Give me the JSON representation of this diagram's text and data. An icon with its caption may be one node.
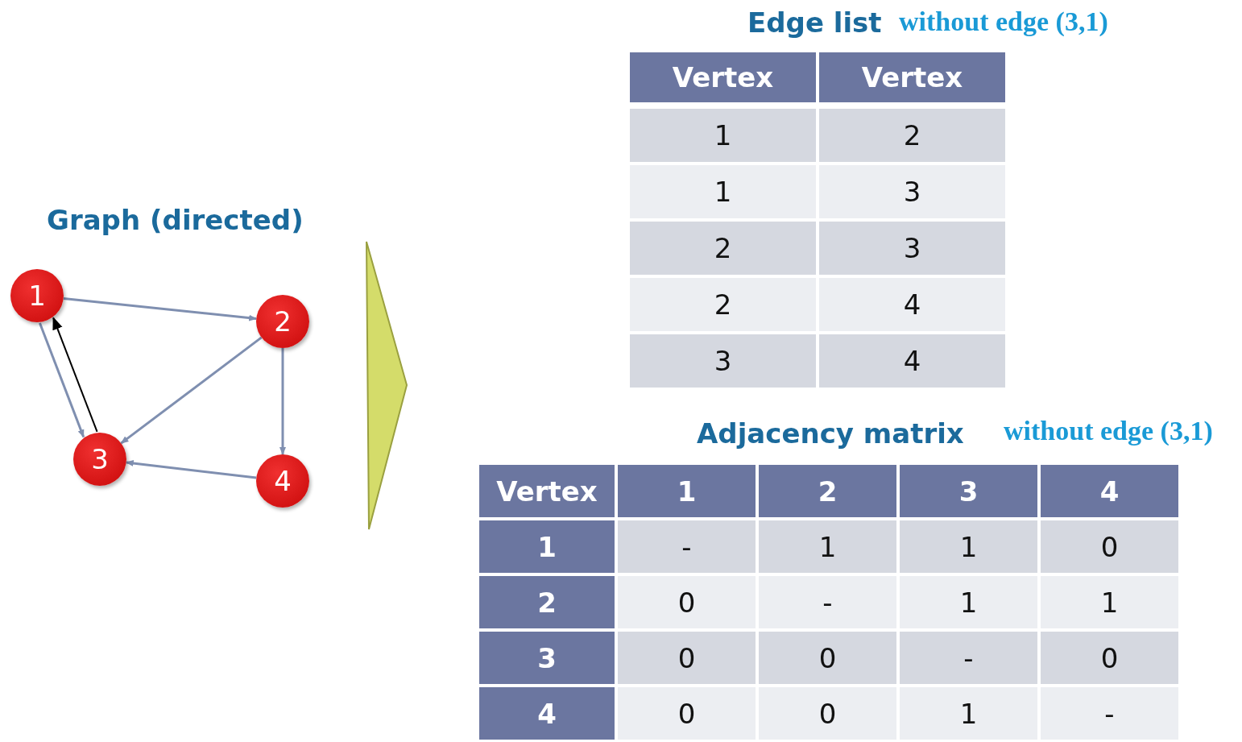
{
  "diagram": {
    "nodes": [
      {
        "text": [
          "1"
        ]
      },
      {
        "text": [
          "2"
        ]
      },
      {
        "text": [
          "3"
        ]
      },
      {
        "text": [
          "4"
        ]
      }
    ],
    "edges": [
      {
        "from": 0,
        "to": 1,
        "arrow": "to"
      },
      {
        "from": 0,
        "to": 2,
        "arrow": "to"
      },
      {
        "from": 2,
        "to": 0,
        "arrow": "to",
        "color": "#000000"
      },
      {
        "from": 1,
        "to": 2,
        "arrow": "to"
      },
      {
        "from": 1,
        "to": 3,
        "arrow": "to"
      },
      {
        "from": 3,
        "to": 2,
        "arrow": "to"
      }
    ],
    "labels": [
      "Graph (directed)",
      "Edge list",
      "without edge (3,1)",
      "Vertex",
      "Vertex",
      "1",
      "2",
      "1",
      "3",
      "2",
      "3",
      "2",
      "4",
      "3",
      "4",
      "Adjacency matrix",
      "without edge (3,1)",
      "Vertex",
      "1",
      "2",
      "3",
      "4",
      "1",
      "-",
      "1",
      "1",
      "0",
      "2",
      "0",
      "-",
      "1",
      "1",
      "3",
      "0",
      "0",
      "-",
      "0",
      "4",
      "0",
      "0",
      "1",
      "-"
    ]
  }
}
